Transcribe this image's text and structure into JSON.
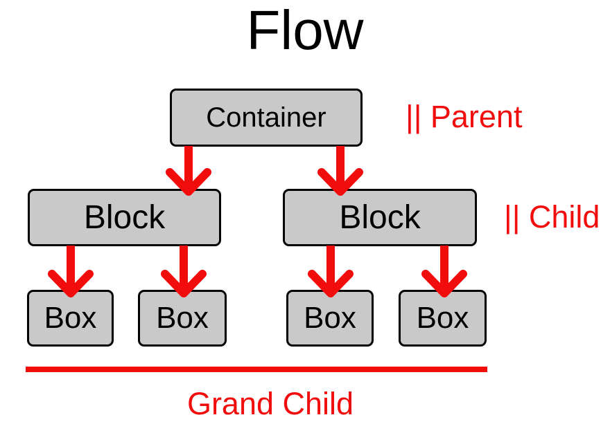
{
  "title": "Flow",
  "colors": {
    "red": "#f20d0d",
    "node_fill": "#c9c9c9",
    "node_border": "#000000",
    "text": "#000000",
    "background": "#ffffff"
  },
  "diagram": {
    "root": {
      "label": "Container"
    },
    "level2": [
      {
        "label": "Block"
      },
      {
        "label": "Block"
      }
    ],
    "level3": [
      {
        "label": "Box"
      },
      {
        "label": "Box"
      },
      {
        "label": "Box"
      },
      {
        "label": "Box"
      }
    ],
    "annotations": {
      "parent": "|| Parent",
      "child": "|| Child",
      "grandchild": "Grand Child"
    }
  }
}
